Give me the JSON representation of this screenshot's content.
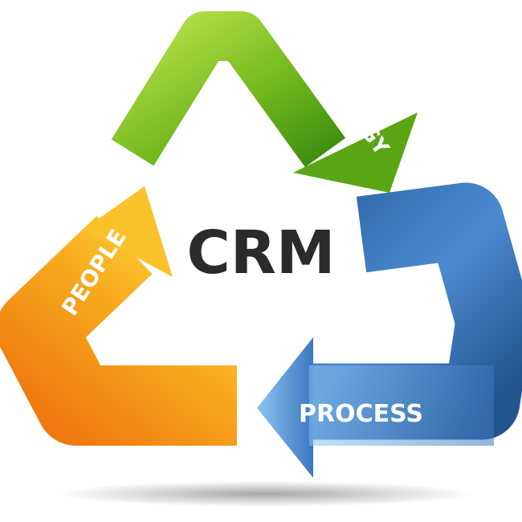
{
  "center_label": "CRM",
  "segments": [
    {
      "label": "TECHNOLOGY",
      "color": "#7cc31f"
    },
    {
      "label": "PROCESS",
      "color": "#3f7fc4"
    },
    {
      "label": "PEOPLE",
      "color": "#f6a21a"
    }
  ]
}
